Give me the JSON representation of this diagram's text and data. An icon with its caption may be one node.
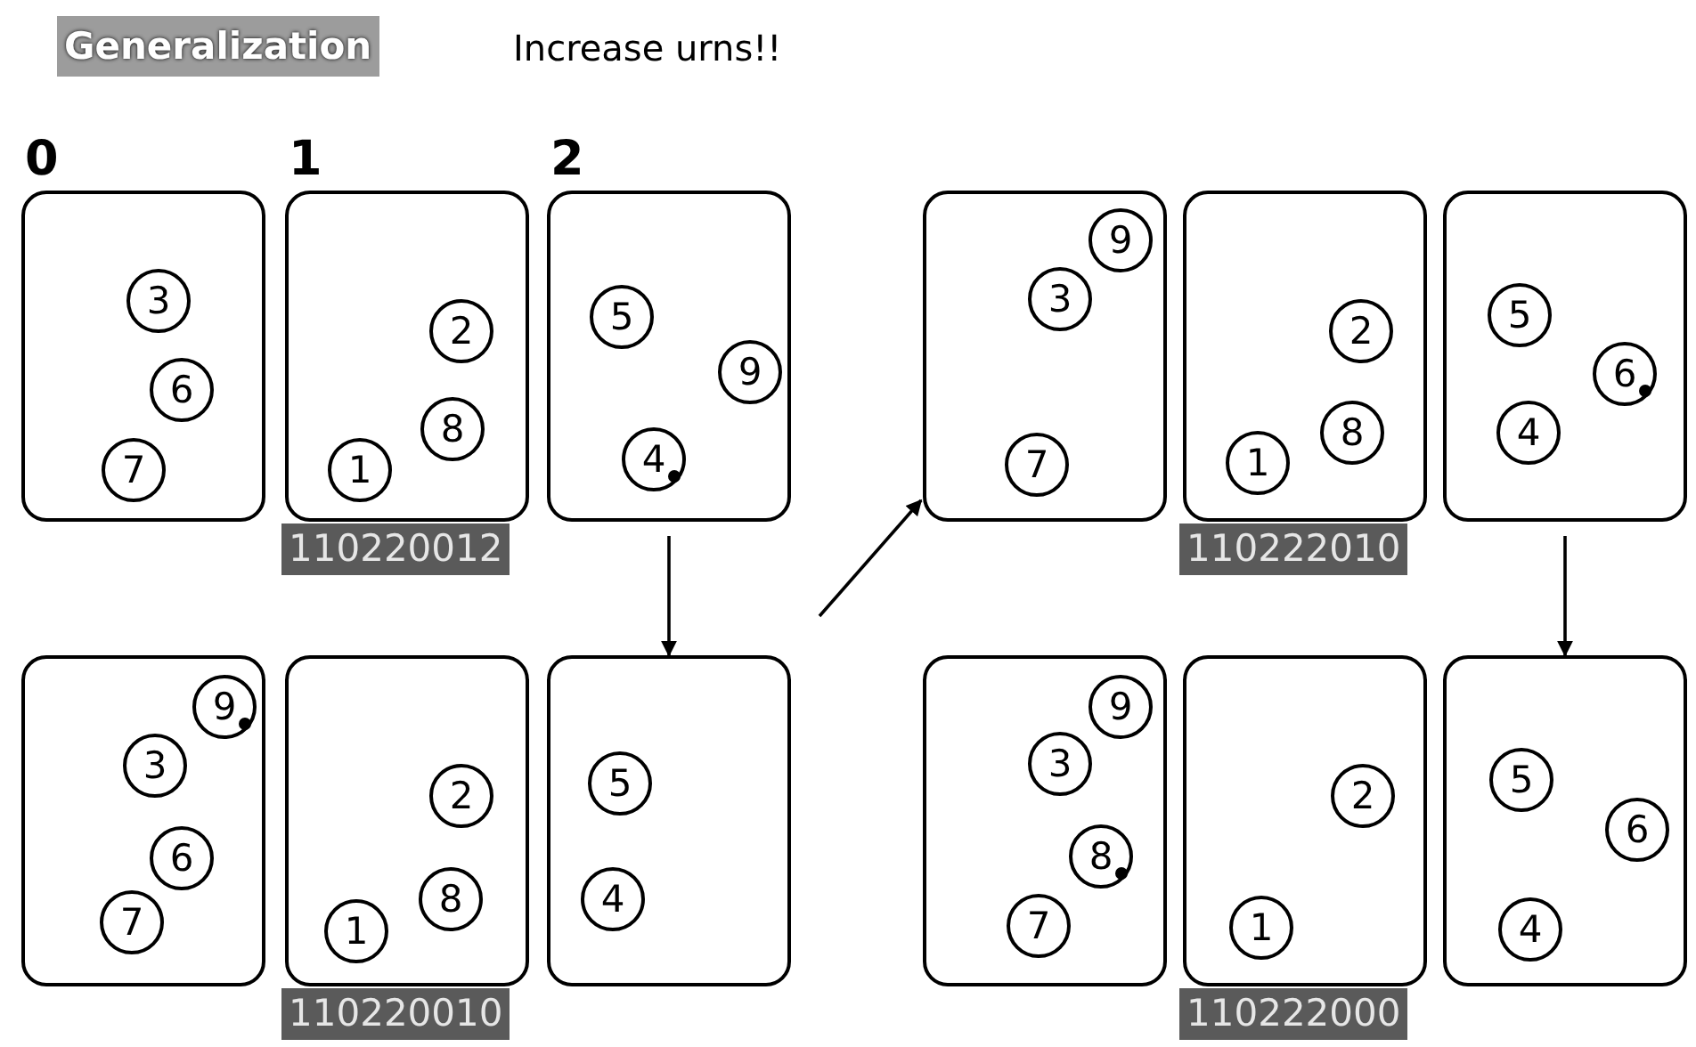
{
  "diagram": {
    "title": "Generalization",
    "nodes": [
      {
        "text": [],
        "shape": "box"
      },
      {
        "text": [
          "3"
        ],
        "in": 0
      },
      {
        "text": [
          "6"
        ],
        "in": 0
      },
      {
        "text": [
          "7"
        ],
        "in": 0
      },
      {
        "text": [],
        "shape": "box",
        "beside": [
          "110220012"
        ]
      },
      {
        "text": [
          "2"
        ],
        "in": 4
      },
      {
        "text": [
          "8"
        ],
        "in": 4
      },
      {
        "text": [
          "1"
        ],
        "in": 4
      },
      {
        "text": [],
        "shape": "box"
      },
      {
        "text": [
          "5"
        ],
        "in": 8
      },
      {
        "text": [
          "9"
        ],
        "in": 8
      },
      {
        "text": [
          "4"
        ],
        "in": 8
      },
      {
        "text": [],
        "shape": "box"
      },
      {
        "text": [
          "9"
        ],
        "in": 12
      },
      {
        "text": [
          "3"
        ],
        "in": 12
      },
      {
        "text": [
          "7"
        ],
        "in": 12
      },
      {
        "text": [],
        "shape": "box",
        "beside": [
          "110222010"
        ]
      },
      {
        "text": [
          "2"
        ],
        "in": 16
      },
      {
        "text": [
          "8"
        ],
        "in": 16
      },
      {
        "text": [
          "1"
        ],
        "in": 16
      },
      {
        "text": [],
        "shape": "box"
      },
      {
        "text": [
          "5"
        ],
        "in": 20
      },
      {
        "text": [
          "6"
        ],
        "in": 20
      },
      {
        "text": [
          "4"
        ],
        "in": 20
      },
      {
        "text": [],
        "shape": "box"
      },
      {
        "text": [
          "9"
        ],
        "in": 24
      },
      {
        "text": [
          "3"
        ],
        "in": 24
      },
      {
        "text": [
          "6"
        ],
        "in": 24
      },
      {
        "text": [
          "7"
        ],
        "in": 24
      },
      {
        "text": [],
        "shape": "box",
        "beside": [
          "110220010"
        ]
      },
      {
        "text": [
          "2"
        ],
        "in": 29
      },
      {
        "text": [
          "8"
        ],
        "in": 29
      },
      {
        "text": [
          "1"
        ],
        "in": 29
      },
      {
        "text": [],
        "shape": "box"
      },
      {
        "text": [
          "5"
        ],
        "in": 33
      },
      {
        "text": [
          "4"
        ],
        "in": 33
      },
      {
        "text": [],
        "shape": "box"
      },
      {
        "text": [
          "9"
        ],
        "in": 36
      },
      {
        "text": [
          "3"
        ],
        "in": 36
      },
      {
        "text": [
          "8"
        ],
        "in": 36
      },
      {
        "text": [
          "7"
        ],
        "in": 36
      },
      {
        "text": [],
        "shape": "box",
        "beside": [
          "110222000"
        ]
      },
      {
        "text": [
          "2"
        ],
        "in": 41
      },
      {
        "text": [
          "1"
        ],
        "in": 41
      },
      {
        "text": [],
        "shape": "box"
      },
      {
        "text": [
          "5"
        ],
        "in": 44
      },
      {
        "text": [
          "6"
        ],
        "in": 44
      },
      {
        "text": [
          "4"
        ],
        "in": 44
      }
    ],
    "edges": [
      {
        "from": 8,
        "to": 33,
        "arrow": "to"
      },
      {
        "from": null,
        "to": 12,
        "arrow": "to"
      },
      {
        "from": 20,
        "to": 44,
        "arrow": "to"
      }
    ],
    "labels": [
      "Increase urns!!",
      "0",
      "1",
      "2"
    ]
  }
}
